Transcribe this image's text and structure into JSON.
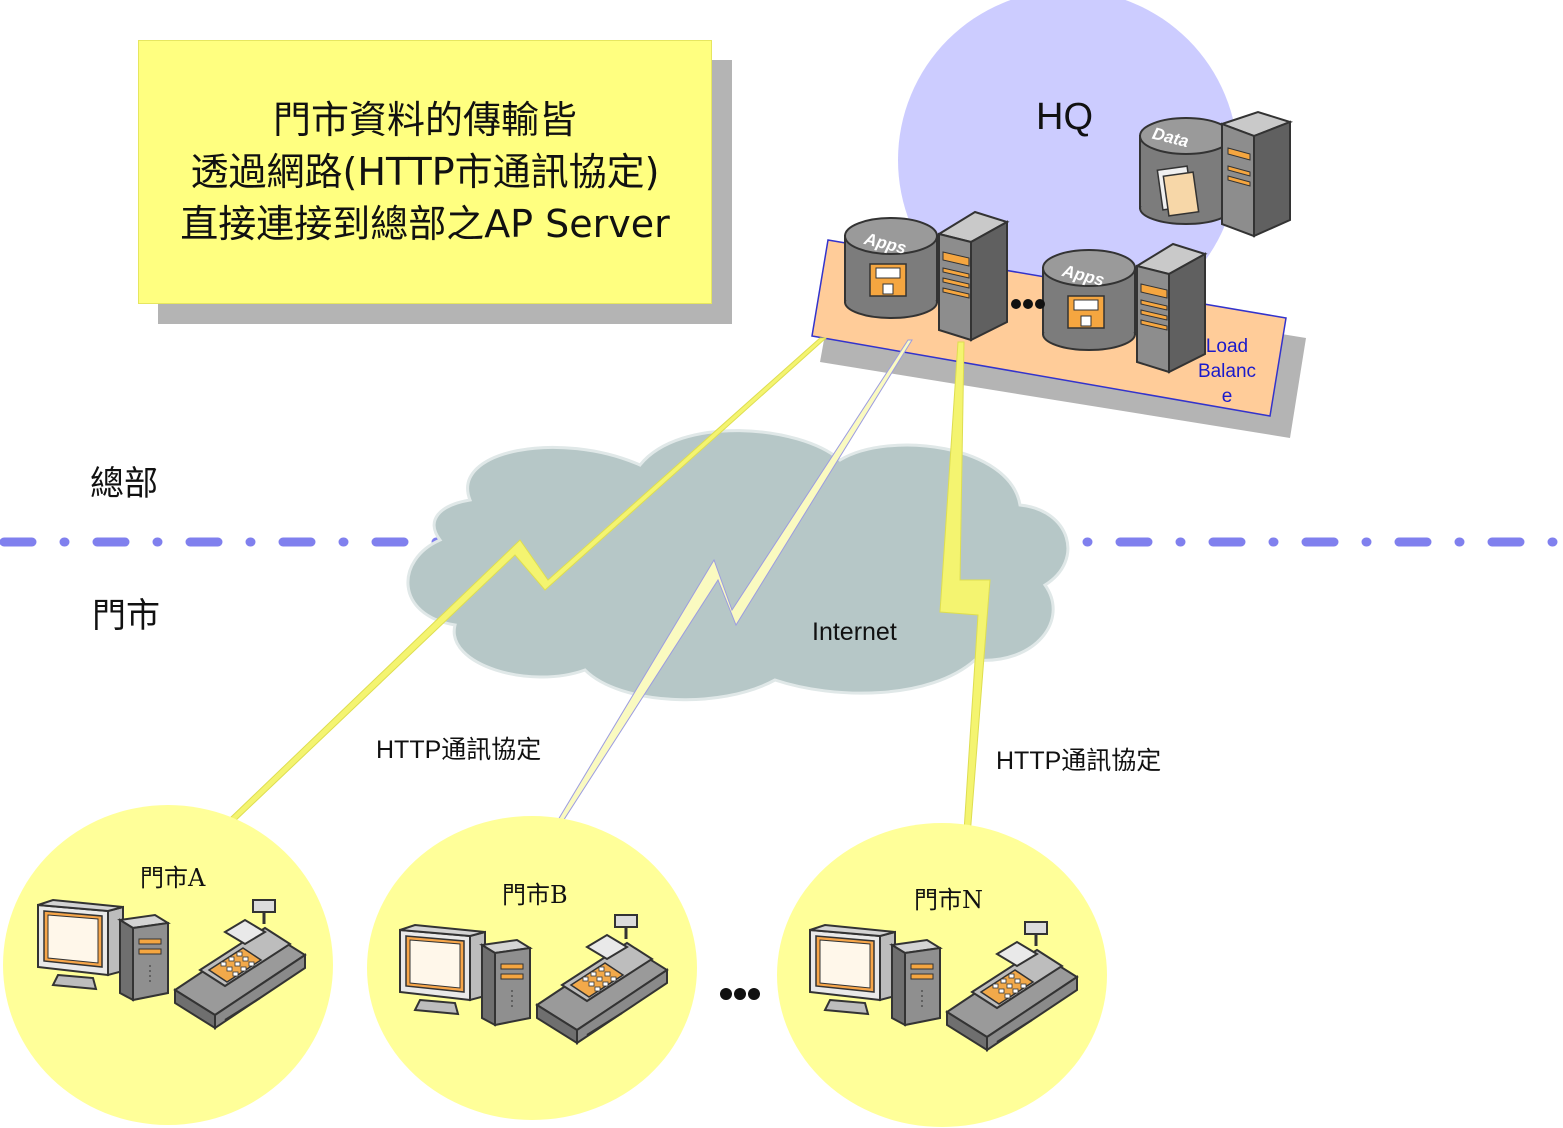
{
  "callout": {
    "lines": [
      "門市資料的傳輸皆",
      "透過網路(HTTP市通訊協定)",
      "直接連接到總部之AP Server"
    ]
  },
  "hq": {
    "title": "HQ",
    "data_server_label": "Data",
    "app_server_label": "Apps",
    "load_balance_label": [
      "Load",
      "Balanc",
      "e"
    ]
  },
  "zones": {
    "hq_zone": "總部",
    "store_zone": "門市"
  },
  "network": {
    "internet_label": "Internet",
    "protocol_label_left": "HTTP通訊協定",
    "protocol_label_right": "HTTP通訊協定"
  },
  "stores": [
    {
      "name": "門市A"
    },
    {
      "name": "門市B"
    },
    {
      "name": "門市N"
    }
  ],
  "colors": {
    "callout_fill": "#ffff80",
    "hq_circle": "#ccccff",
    "store_circle": "#ffff99",
    "load_balance_fill": "#ffcc99",
    "load_balance_border": "#3333cc",
    "divider": "#8080ee",
    "cloud_fill": "#b6c7c7",
    "lightning": "#f4f470",
    "server_gray": "#7a7a7a",
    "accent_orange": "#f5a640"
  }
}
